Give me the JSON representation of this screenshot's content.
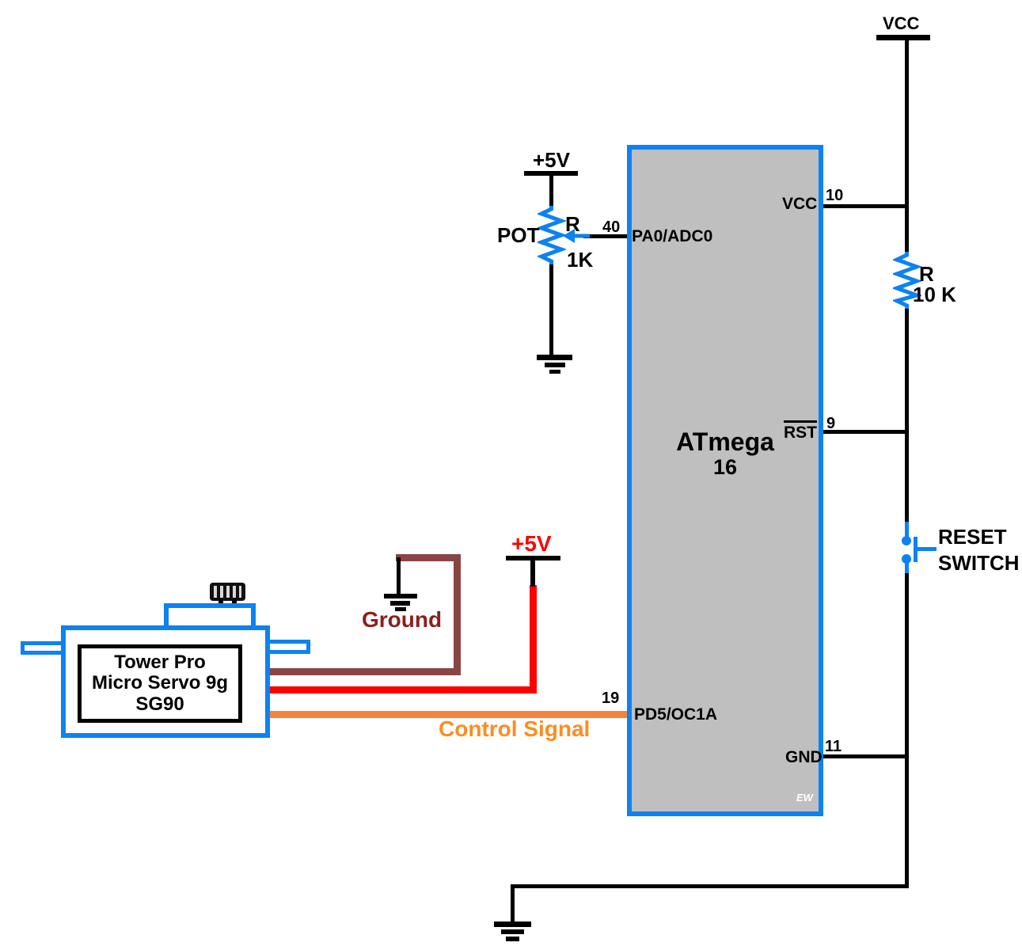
{
  "colors": {
    "blue": "#0d82f0",
    "chip_fill": "#bfbfbf",
    "red": "#ff0000",
    "brown_wire": "#8a4444",
    "orange_wire": "#f6823c",
    "orange_text": "#ff8c1f",
    "ground_text": "#8b1f1f",
    "black": "#000000"
  },
  "power": {
    "vcc_label": "VCC",
    "pot_supply_label": "+5V",
    "servo_supply_label": "+5V",
    "ground_label": "Ground"
  },
  "chip": {
    "name": "ATmega",
    "number": "16",
    "watermark": "EW",
    "pins": {
      "pa0": {
        "label": "PA0/ADC0",
        "number": "40"
      },
      "vcc": {
        "label": "VCC",
        "number": "10"
      },
      "rst": {
        "label": "RST",
        "number": "9"
      },
      "pd5": {
        "label": "PD5/OC1A",
        "number": "19"
      },
      "gnd": {
        "label": "GND",
        "number": "11"
      }
    }
  },
  "pot": {
    "label": "POT",
    "ref": "R",
    "value": "1K"
  },
  "pullup_resistor": {
    "ref": "R",
    "value": "10 K"
  },
  "reset_switch": {
    "label_line1": "RESET",
    "label_line2": "SWITCH"
  },
  "servo": {
    "label_line1": "Tower Pro",
    "label_line2": "Micro Servo 9g",
    "label_line3": "SG90"
  },
  "control_signal_label": "Control Signal"
}
